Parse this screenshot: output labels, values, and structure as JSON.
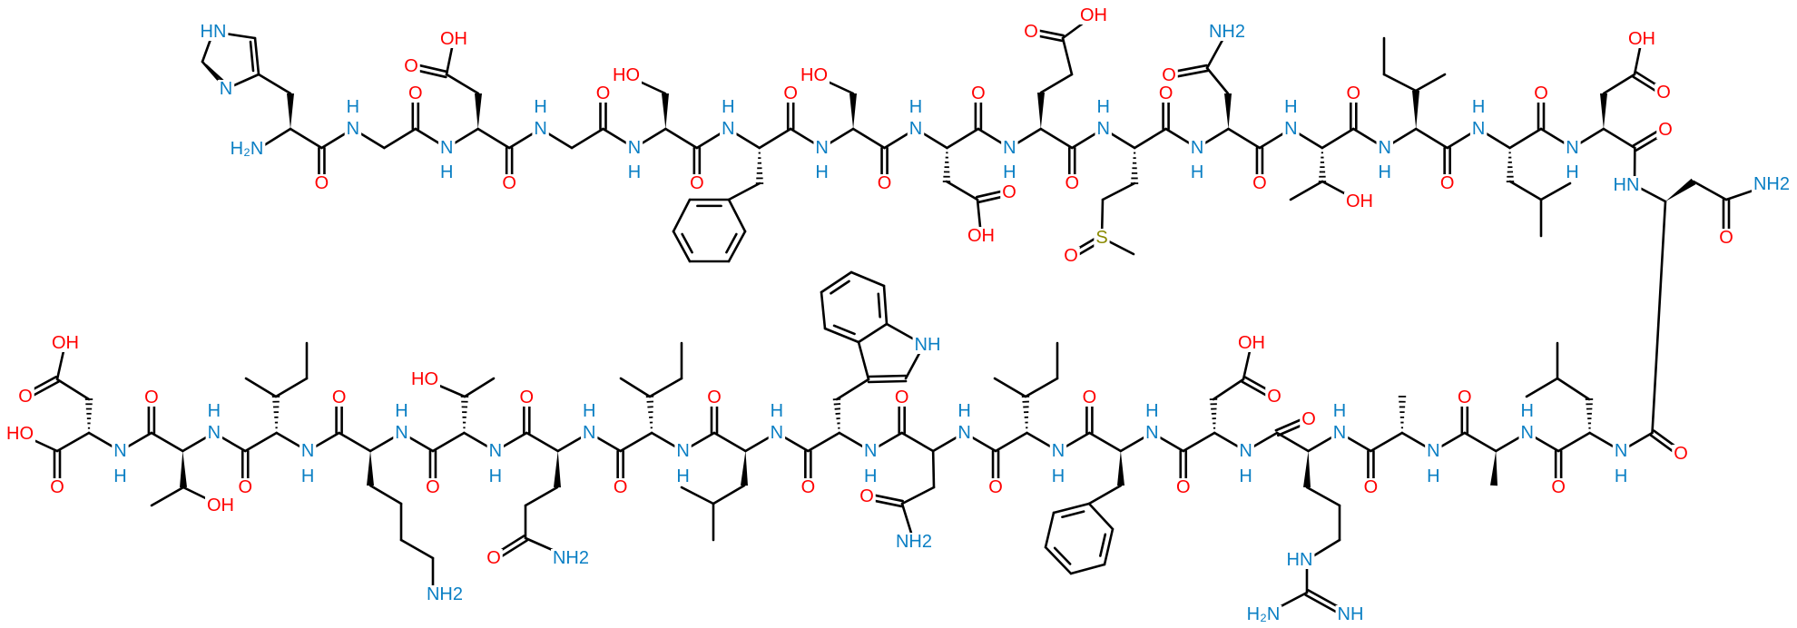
{
  "labels": {
    "N": "N",
    "H": "H",
    "O": "O",
    "OH": "OH",
    "HO": "HO",
    "NH2": "NH2",
    "H2N": "H₂N",
    "HN": "HN",
    "NH": "NH",
    "S": "S"
  },
  "colors": {
    "nitrogen": "#0a7fc4",
    "oxygen": "#ff0000",
    "sulfur": "#8a8a00",
    "bond": "#000000"
  }
}
